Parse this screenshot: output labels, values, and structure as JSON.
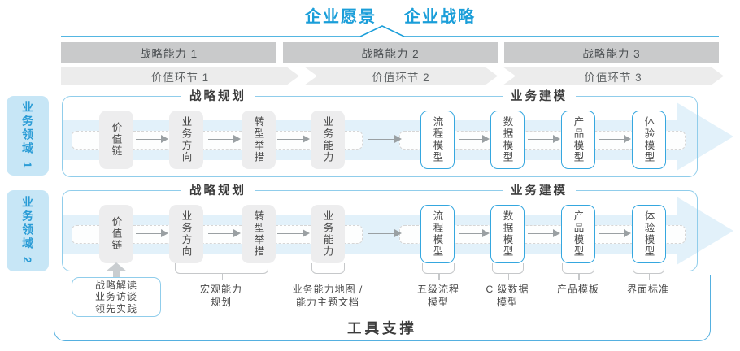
{
  "palette": {
    "accent_blue": "#1a9ed9",
    "light_blue_band": "#e2f1fa",
    "box_border_blue": "#35a7df",
    "row_border": "#90cdeb",
    "outer_border": "#55b0e0",
    "domain_bg": "#c7e6f6",
    "domain_text": "#2a9cd6",
    "bar_gray": "#c9cacb",
    "chevron_gray": "#ececec",
    "box_gray": "#ededee",
    "text_dark": "#3c3c3c",
    "arrow_gray": "#9aa0a3",
    "brace_gray": "#c6c8ca"
  },
  "header": {
    "vision": "企业愿景",
    "strategy": "企业战略"
  },
  "strategic_capabilities": [
    "战略能力 1",
    "战略能力 2",
    "战略能力 3"
  ],
  "value_links": [
    "价值环节 1",
    "价值环节 2",
    "价值环节 3"
  ],
  "business_domains": [
    "业务领域 1",
    "业务领域 2"
  ],
  "row_sections": {
    "planning": "战略规划",
    "modeling": "业务建模"
  },
  "planning_boxes": [
    "价值链",
    "业务方向",
    "转型举措",
    "业务能力"
  ],
  "modeling_boxes": [
    "流程模型",
    "数据模型",
    "产品模型",
    "体验模型"
  ],
  "practice_box_lines": [
    "战略解读",
    "业务访谈",
    "领先实践"
  ],
  "annotations": {
    "macro": [
      "宏观能力",
      "规划"
    ],
    "capability_map": [
      "业务能力地图 /",
      "能力主题文档"
    ],
    "process": [
      "五级流程",
      "模型"
    ],
    "data": [
      "C 级数据",
      "模型"
    ],
    "product": [
      "产品模板",
      ""
    ],
    "ui": [
      "界面标准",
      ""
    ]
  },
  "footer": {
    "label": "工具支撑"
  }
}
